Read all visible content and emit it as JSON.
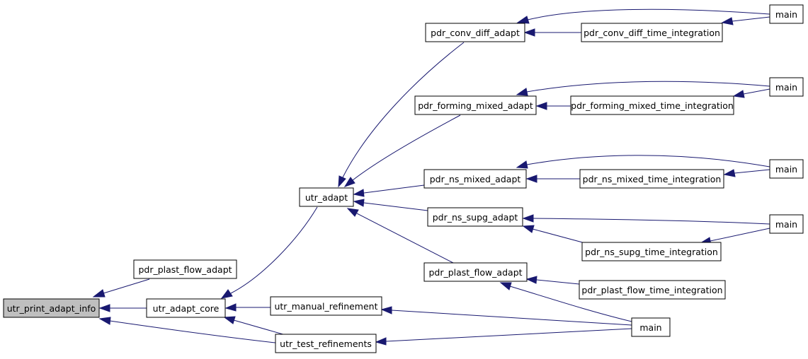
{
  "colors": {
    "edge": "#191970",
    "node_fill": "#ffffff",
    "focus_fill": "#bfbfbf",
    "border": "#000000"
  },
  "nodes": {
    "utr_print_adapt_info": "utr_print_adapt_info",
    "pdr_plast_flow_adapt_left": "pdr_plast_flow_adapt",
    "utr_adapt_core": "utr_adapt_core",
    "utr_adapt": "utr_adapt",
    "utr_manual_refinement": "utr_manual_refinement",
    "utr_test_refinements": "utr_test_refinements",
    "pdr_conv_diff_adapt": "pdr_conv_diff_adapt",
    "pdr_forming_mixed_adapt": "pdr_forming_mixed_adapt",
    "pdr_ns_mixed_adapt": "pdr_ns_mixed_adapt",
    "pdr_ns_supg_adapt": "pdr_ns_supg_adapt",
    "pdr_plast_flow_adapt_mid": "pdr_plast_flow_adapt",
    "pdr_conv_diff_time_integration": "pdr_conv_diff_time_integration",
    "pdr_forming_mixed_time_integration": "pdr_forming_mixed_time_integration",
    "pdr_ns_mixed_time_integration": "pdr_ns_mixed_time_integration",
    "pdr_ns_supg_time_integration": "pdr_ns_supg_time_integration",
    "pdr_plast_flow_time_integration": "pdr_plast_flow_time_integration",
    "main_1": "main",
    "main_2": "main",
    "main_3": "main",
    "main_4": "main",
    "main_5": "main"
  },
  "edges": [
    {
      "from": "pdr_plast_flow_adapt_left",
      "to": "utr_print_adapt_info"
    },
    {
      "from": "utr_adapt_core",
      "to": "utr_print_adapt_info"
    },
    {
      "from": "utr_test_refinements",
      "to": "utr_print_adapt_info"
    },
    {
      "from": "utr_adapt",
      "to": "utr_adapt_core"
    },
    {
      "from": "utr_manual_refinement",
      "to": "utr_adapt_core"
    },
    {
      "from": "utr_test_refinements",
      "to": "utr_adapt_core"
    },
    {
      "from": "pdr_conv_diff_adapt",
      "to": "utr_adapt"
    },
    {
      "from": "pdr_forming_mixed_adapt",
      "to": "utr_adapt"
    },
    {
      "from": "pdr_ns_mixed_adapt",
      "to": "utr_adapt"
    },
    {
      "from": "pdr_ns_supg_adapt",
      "to": "utr_adapt"
    },
    {
      "from": "pdr_plast_flow_adapt_mid",
      "to": "utr_adapt"
    },
    {
      "from": "main_1",
      "to": "pdr_conv_diff_adapt"
    },
    {
      "from": "pdr_conv_diff_time_integration",
      "to": "pdr_conv_diff_adapt"
    },
    {
      "from": "main_1",
      "to": "pdr_conv_diff_time_integration"
    },
    {
      "from": "main_2",
      "to": "pdr_forming_mixed_adapt"
    },
    {
      "from": "pdr_forming_mixed_time_integration",
      "to": "pdr_forming_mixed_adapt"
    },
    {
      "from": "main_2",
      "to": "pdr_forming_mixed_time_integration"
    },
    {
      "from": "main_3",
      "to": "pdr_ns_mixed_adapt"
    },
    {
      "from": "pdr_ns_mixed_time_integration",
      "to": "pdr_ns_mixed_adapt"
    },
    {
      "from": "main_3",
      "to": "pdr_ns_mixed_time_integration"
    },
    {
      "from": "main_4",
      "to": "pdr_ns_supg_adapt"
    },
    {
      "from": "pdr_ns_supg_time_integration",
      "to": "pdr_ns_supg_adapt"
    },
    {
      "from": "main_4",
      "to": "pdr_ns_supg_time_integration"
    },
    {
      "from": "pdr_plast_flow_time_integration",
      "to": "pdr_plast_flow_adapt_mid"
    },
    {
      "from": "main_5",
      "to": "pdr_plast_flow_adapt_mid"
    },
    {
      "from": "main_5",
      "to": "utr_manual_refinement"
    },
    {
      "from": "main_5",
      "to": "utr_test_refinements"
    }
  ]
}
